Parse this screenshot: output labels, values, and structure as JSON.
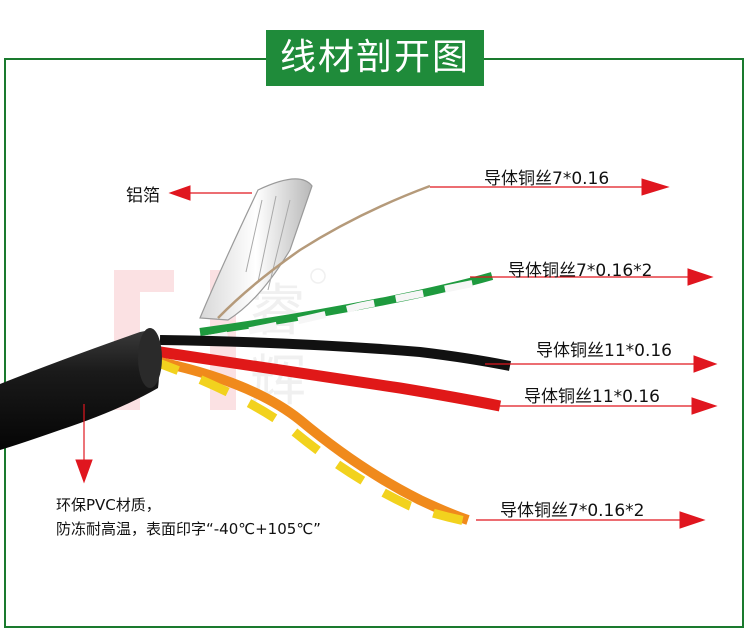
{
  "title": "线材剖开图",
  "labels": {
    "foil": "铝箔",
    "wire1": "导体铜丝7*0.16",
    "wire2": "导体铜丝7*0.16*2",
    "wire3": "导体铜丝11*0.16",
    "wire4": "导体铜丝11*0.16",
    "wire5": "导体铜丝7*0.16*2",
    "jacket_line1": "环保PVC材质，",
    "jacket_line2": "防冻耐高温，表面印字“-40℃+105℃”"
  },
  "colors": {
    "frame": "#1a7a2e",
    "title_bg": "#1f8b3a",
    "arrow": "#e0161f"
  }
}
